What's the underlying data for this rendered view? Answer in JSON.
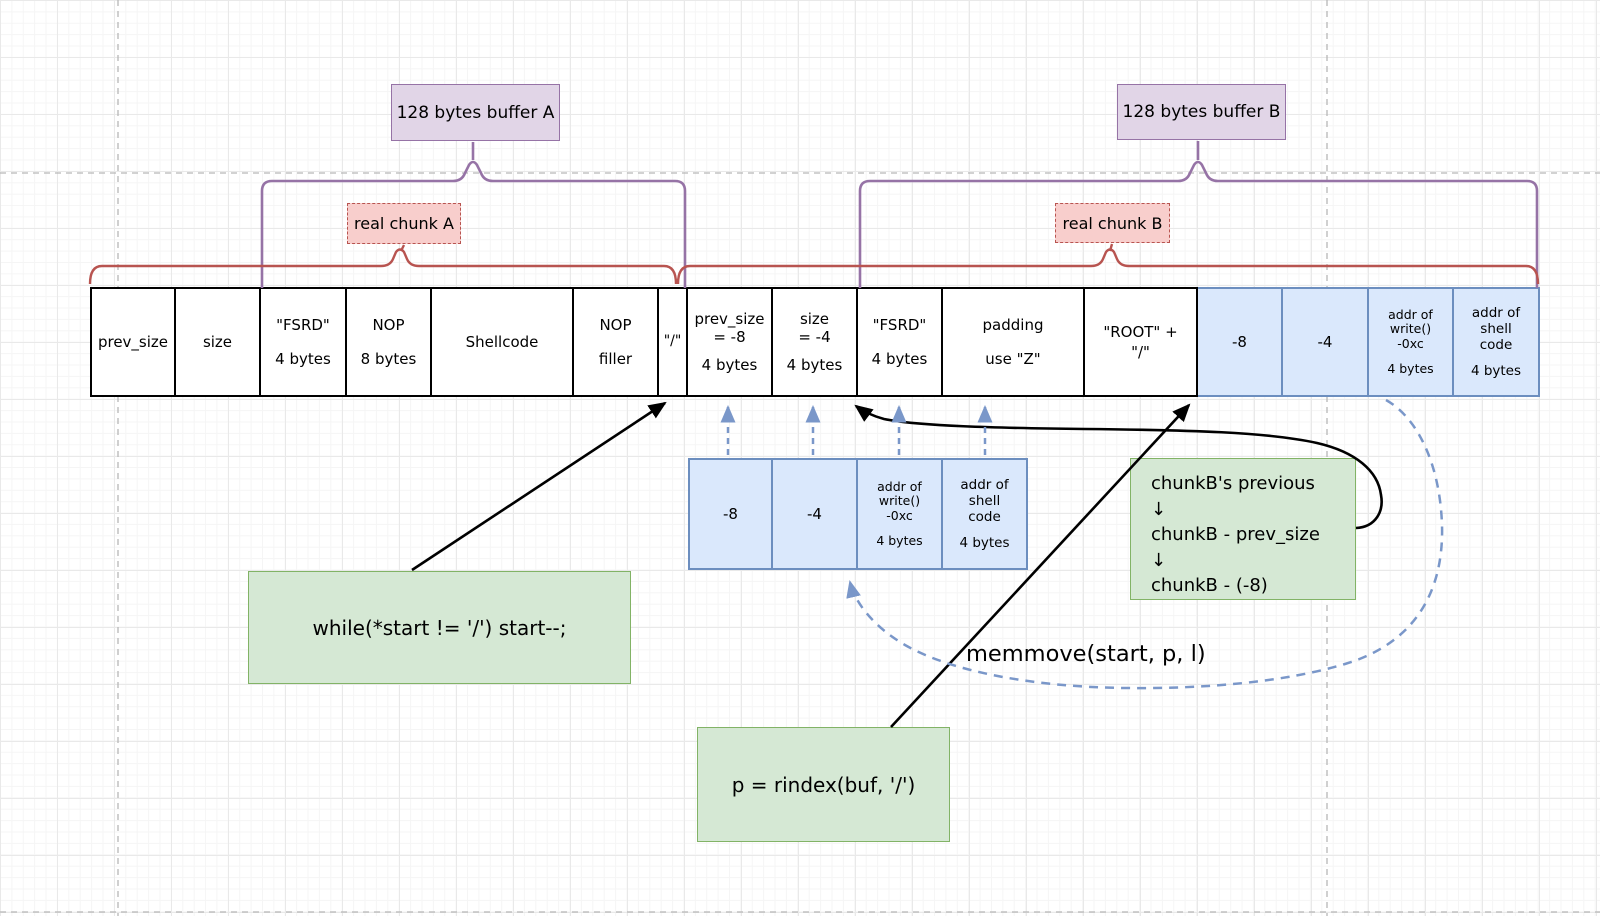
{
  "colors": {
    "purple_fill": "#e1d5e7",
    "purple_stroke": "#9673a6",
    "pink_fill": "#f8cecc",
    "red_stroke": "#b85450",
    "green_fill": "#d5e8d4",
    "green_stroke": "#82b366",
    "blue_fill": "#dae8fc",
    "blue_stroke": "#6c8ebf",
    "dashed_arrow_blue": "#7a97c9",
    "black_arrow": "#000000"
  },
  "labels": {
    "buffer_a": "128 bytes buffer A",
    "buffer_b": "128 bytes buffer B",
    "chunk_a": "real chunk A",
    "chunk_b": "real chunk B",
    "memmove": "memmove(start, p, l)",
    "while_code": "while(*start != '/') start--;",
    "rindex_code": "p = rindex(buf, '/')"
  },
  "chunkb_note": {
    "lines": [
      "chunkB's previous",
      "↓",
      "chunkB - prev_size",
      "↓",
      "chunkB - (-8)"
    ]
  },
  "memory_row": {
    "cells": [
      {
        "lines": [
          "prev_size"
        ]
      },
      {
        "lines": [
          "size"
        ]
      },
      {
        "lines": [
          "\"FSRD\"",
          "4 bytes"
        ]
      },
      {
        "lines": [
          "NOP",
          "8 bytes"
        ]
      },
      {
        "lines": [
          "Shellcode"
        ]
      },
      {
        "lines": [
          "NOP",
          "filler"
        ]
      },
      {
        "lines": [
          "\"/\""
        ]
      },
      {
        "lines": [
          "prev_size",
          "= -8",
          "4 bytes"
        ]
      },
      {
        "lines": [
          "size",
          "= -4",
          "4 bytes"
        ]
      },
      {
        "lines": [
          "\"FSRD\"",
          "4 bytes"
        ]
      },
      {
        "lines": [
          "padding",
          "use \"Z\""
        ]
      },
      {
        "lines": [
          "\"ROOT\"  +",
          "\"/\""
        ]
      },
      {
        "lines": [
          "-8"
        ]
      },
      {
        "lines": [
          "-4"
        ]
      },
      {
        "lines": [
          "addr of",
          "write()",
          "-0xc",
          "4 bytes"
        ]
      },
      {
        "lines": [
          "addr of",
          "shell",
          "code",
          "4 bytes"
        ]
      }
    ]
  },
  "fake_chunk": {
    "cells": [
      {
        "lines": [
          "-8"
        ]
      },
      {
        "lines": [
          "-4"
        ]
      },
      {
        "lines": [
          "addr of",
          "write()",
          "-0xc",
          "4 bytes"
        ]
      },
      {
        "lines": [
          "addr of",
          "shell",
          "code",
          "4 bytes"
        ]
      }
    ]
  }
}
